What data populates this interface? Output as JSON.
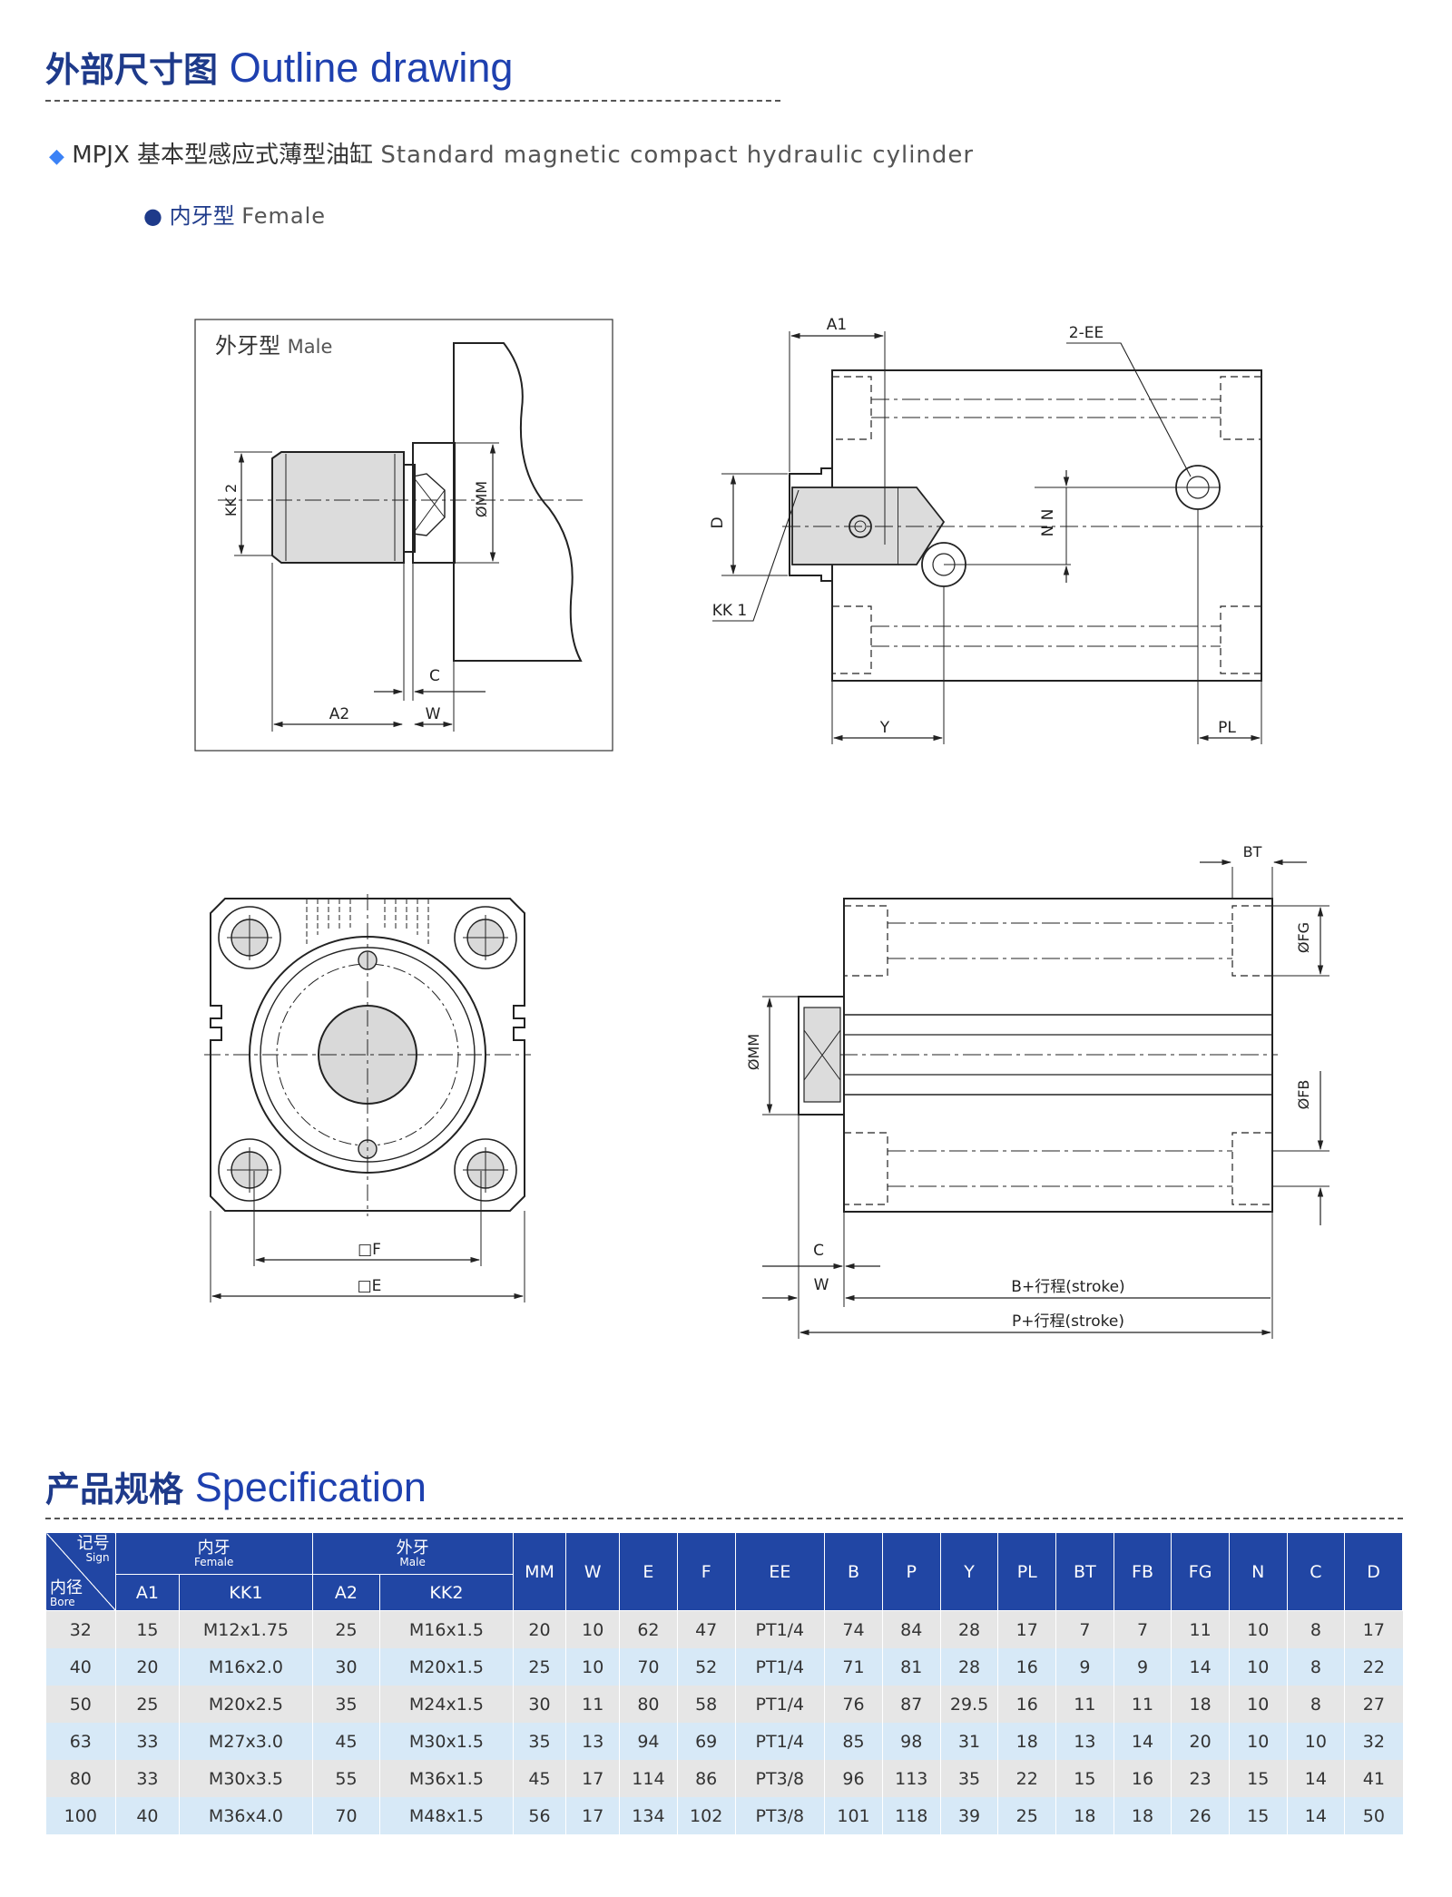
{
  "outline": {
    "title_cn": "外部尺寸图",
    "title_en": "Outline drawing"
  },
  "product": {
    "marker": "◆",
    "model": "MPJX",
    "name_cn": "基本型感应式薄型油缸",
    "name_en": "Standard magnetic compact hydraulic cylinder"
  },
  "variant": {
    "marker": "●",
    "name_cn": "内牙型",
    "name_en": "Female"
  },
  "male_box": {
    "title_cn": "外牙型",
    "title_en": "Male",
    "labels": {
      "kk2": "KK 2",
      "mm": "ØMM",
      "c": "C",
      "a2": "A2",
      "w": "W"
    }
  },
  "side_view": {
    "labels": {
      "a1": "A1",
      "ee": "2-EE",
      "d": "D",
      "nn": "N N",
      "kk1": "KK 1",
      "y": "Y",
      "pl": "PL"
    }
  },
  "front_view": {
    "labels": {
      "f": "□F",
      "e": "□E"
    }
  },
  "top_view": {
    "labels": {
      "bt": "BT",
      "fg": "ØFG",
      "fb": "ØFB",
      "mm": "ØMM",
      "c": "C",
      "w": "W",
      "b": "B+行程(stroke)",
      "p": "P+行程(stroke)"
    }
  },
  "spec": {
    "title_cn": "产品规格",
    "title_en": "Specification",
    "header": {
      "sign_cn": "记号",
      "sign_en": "Sign",
      "bore_cn": "内径",
      "bore_en": "Bore",
      "female_cn": "内牙",
      "female_en": "Female",
      "male_cn": "外牙",
      "male_en": "Male",
      "a1": "A1",
      "kk1": "KK1",
      "a2": "A2",
      "kk2": "KK2",
      "rest": [
        "MM",
        "W",
        "E",
        "F",
        "EE",
        "B",
        "P",
        "Y",
        "PL",
        "BT",
        "FB",
        "FG",
        "N",
        "C",
        "D"
      ]
    },
    "rows": [
      [
        "32",
        "15",
        "M12x1.75",
        "25",
        "M16x1.5",
        "20",
        "10",
        "62",
        "47",
        "PT1/4",
        "74",
        "84",
        "28",
        "17",
        "7",
        "7",
        "11",
        "10",
        "8",
        "17"
      ],
      [
        "40",
        "20",
        "M16x2.0",
        "30",
        "M20x1.5",
        "25",
        "10",
        "70",
        "52",
        "PT1/4",
        "71",
        "81",
        "28",
        "16",
        "9",
        "9",
        "14",
        "10",
        "8",
        "22"
      ],
      [
        "50",
        "25",
        "M20x2.5",
        "35",
        "M24x1.5",
        "30",
        "11",
        "80",
        "58",
        "PT1/4",
        "76",
        "87",
        "29.5",
        "16",
        "11",
        "11",
        "18",
        "10",
        "8",
        "27"
      ],
      [
        "63",
        "33",
        "M27x3.0",
        "45",
        "M30x1.5",
        "35",
        "13",
        "94",
        "69",
        "PT1/4",
        "85",
        "98",
        "31",
        "18",
        "13",
        "14",
        "20",
        "10",
        "10",
        "32"
      ],
      [
        "80",
        "33",
        "M30x3.5",
        "55",
        "M36x1.5",
        "45",
        "17",
        "114",
        "86",
        "PT3/8",
        "96",
        "113",
        "35",
        "22",
        "15",
        "16",
        "23",
        "15",
        "14",
        "41"
      ],
      [
        "100",
        "40",
        "M36x4.0",
        "70",
        "M48x1.5",
        "56",
        "17",
        "134",
        "102",
        "PT3/8",
        "101",
        "118",
        "39",
        "25",
        "18",
        "18",
        "26",
        "15",
        "14",
        "50"
      ]
    ]
  }
}
